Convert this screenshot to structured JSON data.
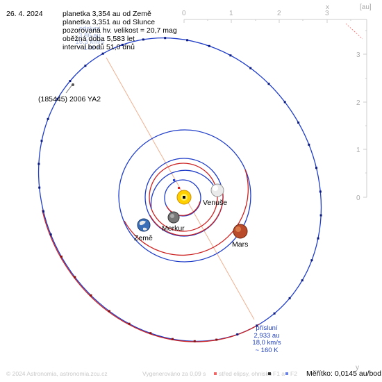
{
  "header": {
    "date": "26. 4. 2024",
    "lines": [
      "planetka 3,354 au od Země",
      "planetka 3,351 au od Slunce",
      "pozorovaná hv. velikost = 20,7 mag",
      "oběžná doba 5,583 let",
      "interval bodů 51,0 dnů"
    ],
    "ghost_lines": [
      "odsluní",
      "3,86 au",
      "16,3 km/s",
      "~ 148 K"
    ]
  },
  "axes": {
    "x_ticks": [
      "0",
      "1",
      "2",
      "3"
    ],
    "y_ticks": [
      "3",
      "2",
      "1",
      "0"
    ],
    "x_label": "x",
    "y_label": "y",
    "unit": "[au]"
  },
  "labels": {
    "asteroid": "(185445) 2006 YA2",
    "venus": "Venuše",
    "mercury": "Merkur",
    "earth": "Země",
    "mars": "Mars"
  },
  "perihelion": {
    "title": "přísluní",
    "distance": "2,933 au",
    "speed": "18,0 km/s",
    "temp": "~ 160 K"
  },
  "footer": {
    "copyright": "© 2024 Astronomia, astronomia.zcu.cz",
    "generated": "Vygenerováno za 0,09 s",
    "center": "střed elipsy, ohnisko",
    "foci": "F1 a",
    "f2": "F2",
    "scale": "Měřítko: 0,0145 au/bod"
  },
  "colors": {
    "orbit_red": "#cc2222",
    "orbit_blue": "#1e3cc8",
    "axis": "#cccccc",
    "apse_line": "#f0b090",
    "sun": "#ffd000"
  }
}
